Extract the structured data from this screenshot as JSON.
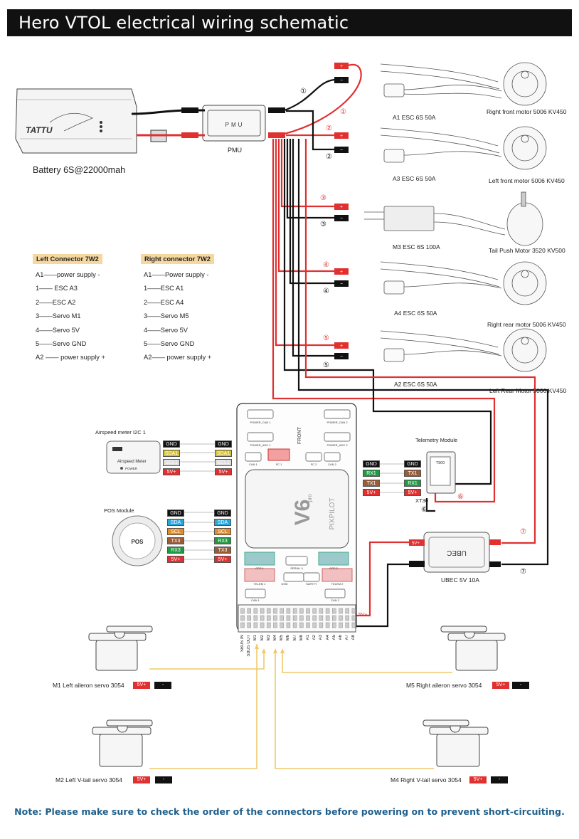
{
  "title": "Hero VTOL electrical wiring schematic",
  "battery_label": "Battery 6S@22000mah",
  "pmu_label": "PMU",
  "pmu_text": "PMU",
  "battery_brand": "TATTU",
  "motors": [
    {
      "esc": "A1   ESC  6S 50A",
      "motor": "Right front motor  5006 KV450"
    },
    {
      "esc": "A3   ESC  6S 50A",
      "motor": "Left front motor  5006 KV450"
    },
    {
      "esc": "M3   ESC  6S 100A",
      "motor": "Tail Push Motor  3520 KV500"
    },
    {
      "esc": "A4   ESC  6S 50A",
      "motor": "Right rear motor  5006 KV450"
    },
    {
      "esc": "A2   ESC  6S 50A",
      "motor": "Left Rear Motor  5006 KV450"
    }
  ],
  "circle_labels": [
    "①",
    "②",
    "③",
    "④",
    "⑤",
    "⑥",
    "⑦"
  ],
  "left_table": {
    "header": "Left Connector 7W2",
    "rows": [
      "A1——power supply -",
      "1—— ESC A3",
      "2——ESC A2",
      "3——Servo M1",
      "4——Servo 5V",
      "5——Servo GND",
      "A2 —— power supply +"
    ]
  },
  "right_table": {
    "header": "Right connector 7W2",
    "rows": [
      "A1——Power supply -",
      "1——ESC A1",
      "2——ESC A4",
      "3——Servo M5",
      "4——Servo 5V",
      "5——Servo GND",
      "A2—— power supply +"
    ]
  },
  "airspeed": {
    "title": "Airspeed meter I2C 1",
    "device": "Airspeed Meter",
    "power": "POWER",
    "pins": [
      "GND",
      "SDA1",
      "SCL1",
      "5V+"
    ]
  },
  "pos": {
    "title": "POS Module",
    "device": "POS",
    "left_pins": [
      "GND",
      "SDA",
      "SCL",
      "TX3",
      "RX3",
      "5V+"
    ],
    "right_pins": [
      "GND",
      "SDA",
      "SCL",
      "RX3",
      "TX3",
      "5V+"
    ]
  },
  "telemetry": {
    "title": "Telemetry Module",
    "left_pins": [
      "GND",
      "RX1",
      "TX1",
      "5V+"
    ],
    "right_pins": [
      "GND",
      "TX1",
      "RX1",
      "5V+"
    ],
    "xt": "XT30",
    "device": "T900"
  },
  "ubec": {
    "label": "UBEC 5V 10A",
    "device": "UBEC",
    "vplus": "5V+"
  },
  "fc": {
    "brand": "PIXPILOT",
    "model": "V6",
    "model_sub": "pro",
    "front": "FRONT",
    "ports": [
      "POWER_CAN 1",
      "POWER_CAN 2",
      "POWER_ADC 1",
      "POWER_ADC 2",
      "CAN 1",
      "I²C 1",
      "I²C 2",
      "CAN 2",
      "GPS 1",
      "GPS 2",
      "TELEM 1",
      "TELEM 2",
      "DSM",
      "SERIAL 4",
      "SAFETY",
      "CAN 1",
      "CAN 2"
    ],
    "rail_labels": [
      "SBUS IN",
      "SBUS OUT",
      "M1",
      "M2",
      "M3",
      "M4",
      "M5",
      "M6",
      "M7",
      "M8",
      "A1",
      "A2",
      "A3",
      "A4",
      "A5",
      "A6",
      "A7",
      "A8"
    ],
    "rail_vplus": "5V+"
  },
  "servos": [
    {
      "label": "M1   Left aileron servo 3054"
    },
    {
      "label": "M5   Right aileron servo  3054"
    },
    {
      "label": "M2   Left V-tail servo  3054"
    },
    {
      "label": "M4   Right V-tail servo  3054"
    }
  ],
  "servo_pwr": {
    "plus": "5V+",
    "minus": "-"
  },
  "plus_sign": "+",
  "minus_sign": "−",
  "note": "Note: Please make sure to check the order of the connectors before powering on to prevent short-circuiting.",
  "colors": {
    "red_wire": "#e03030",
    "black_wire": "#111111",
    "signal_wire": "#f0c96a",
    "note_blue": "#1f5f8b"
  }
}
